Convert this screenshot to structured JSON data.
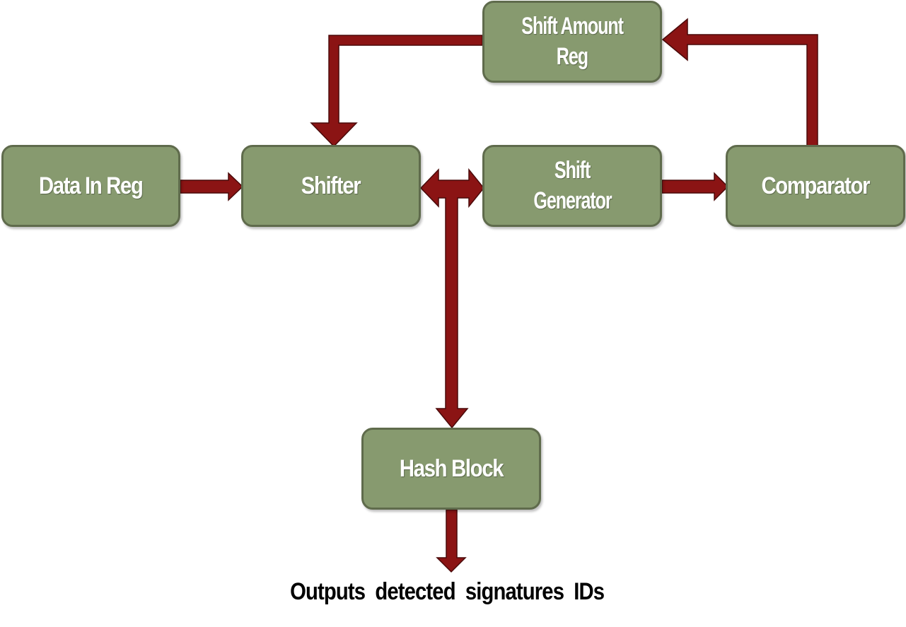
{
  "colors": {
    "block_fill": "#879a6f",
    "block_border": "#5f6b4c",
    "block_text": "#ffffff",
    "arrow_fill": "#8b1414",
    "arrow_stroke": "#4a0a0a",
    "output_text": "#000000"
  },
  "blocks": {
    "data_in_reg": {
      "label": "Data In Reg"
    },
    "shifter": {
      "label": "Shifter"
    },
    "shift_generator": {
      "line1": "Shift",
      "line2": "Generator"
    },
    "comparator": {
      "label": "Comparator"
    },
    "shift_amount_reg": {
      "line1": "Shift Amount",
      "line2": "Reg"
    },
    "hash_block": {
      "label": "Hash Block"
    }
  },
  "output_label": "Outputs detected signatures IDs"
}
